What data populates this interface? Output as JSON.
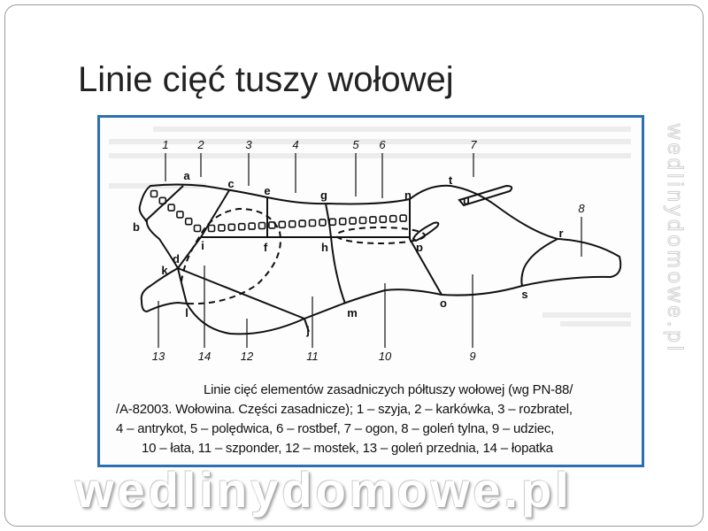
{
  "slide": {
    "title": "Linie cięć tuszy wołowej"
  },
  "diagram": {
    "part_numbers": [
      "1",
      "2",
      "3",
      "4",
      "5",
      "6",
      "7",
      "8",
      "9",
      "10",
      "11",
      "12",
      "13",
      "14"
    ],
    "point_letters": [
      "a",
      "b",
      "c",
      "d",
      "e",
      "f",
      "g",
      "h",
      "i",
      "j",
      "k",
      "l",
      "m",
      "n",
      "o",
      "p",
      "r",
      "s",
      "t",
      "u"
    ],
    "caption_lines": [
      "Linie cięć elementów zasadniczych półtuszy wołowej (wg PN-88/",
      "/A-82003. Wołowina. Części zasadnicze); 1 – szyja, 2 – karkówka, 3 – rozbratel,",
      "4 – antrykot, 5 – polędwica, 6 – rostbef, 7 – ogon, 8 – goleń tylna, 9 – udziec,",
      "10 – łata, 11 – szponder, 12 – mostek, 13 – goleń przednia, 14 – łopatka"
    ],
    "frame_color": "#2d6fb3"
  },
  "watermark": {
    "text": "wedlinydomowe.pl"
  }
}
